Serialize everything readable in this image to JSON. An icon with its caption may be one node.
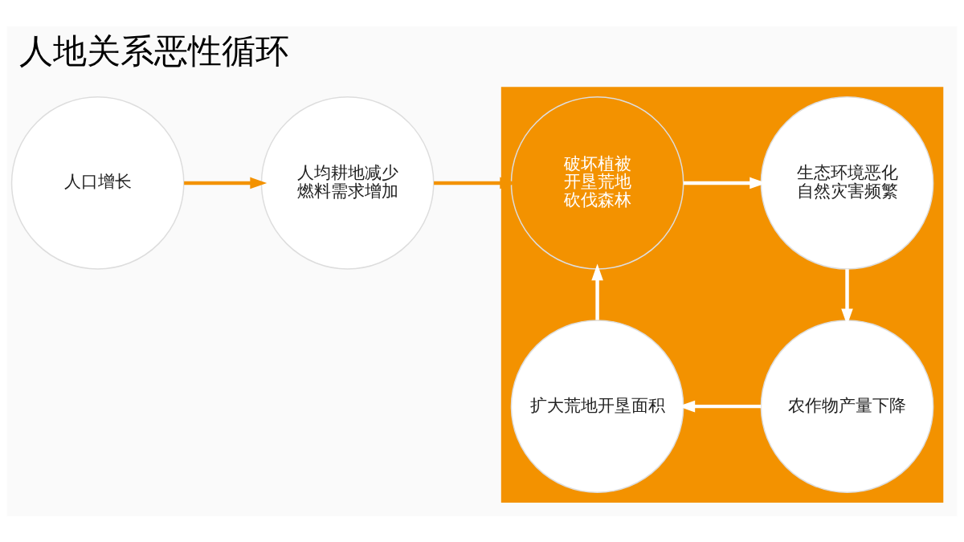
{
  "diagram": {
    "title": "人地关系恶性循环",
    "nodes": [
      {
        "text": [
          "人口增长"
        ]
      },
      {
        "text": [
          "人均耕地减少",
          "燃料需求增加"
        ]
      },
      {
        "text": [],
        "shape": "bar"
      },
      {
        "text": [
          "破坏植被",
          "开垦荒地",
          "砍伐森林"
        ],
        "in": 2
      },
      {
        "text": [
          "生态环境恶化",
          "自然灾害频繁"
        ],
        "in": 2
      },
      {
        "text": [
          "农作物产量下降"
        ],
        "in": 2
      },
      {
        "text": [
          "扩大荒地开垦面积"
        ],
        "in": 2
      }
    ],
    "edges": [
      {
        "from": 0,
        "to": 1,
        "arrow": "to",
        "color": "#f39200"
      },
      {
        "from": 1,
        "to": 3,
        "arrow": "to",
        "color": "#f39200"
      },
      {
        "from": 3,
        "to": 4,
        "arrow": "to"
      },
      {
        "from": 4,
        "to": 5,
        "arrow": "to"
      },
      {
        "from": 5,
        "to": 6,
        "arrow": "to"
      },
      {
        "from": 6,
        "to": 3,
        "arrow": "to"
      }
    ]
  }
}
